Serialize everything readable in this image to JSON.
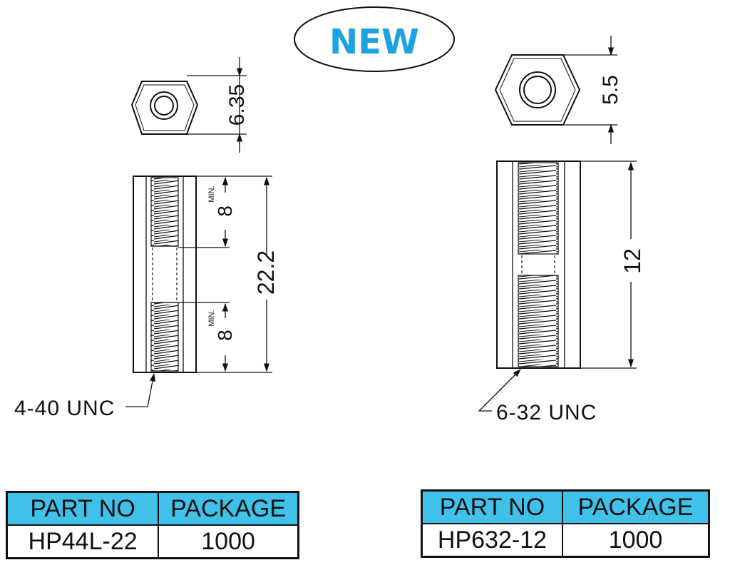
{
  "badge": {
    "label": "NEW",
    "color": "#1ea3e0"
  },
  "left_part": {
    "dim_hex": "6.35",
    "dim_length": "22.2",
    "dim_thread_top": "8",
    "dim_thread_bottom": "8",
    "min_label_top": "MIN.",
    "min_label_bottom": "MIN.",
    "thread_callout": "4-40 UNC"
  },
  "right_part": {
    "dim_hex": "5.5",
    "dim_length": "12",
    "thread_callout": "6-32 UNC"
  },
  "table_left": {
    "headers": [
      "PART NO",
      "PACKAGE"
    ],
    "row": [
      "HP44L-22",
      "1000"
    ]
  },
  "table_right": {
    "headers": [
      "PART NO",
      "PACKAGE"
    ],
    "row": [
      "HP632-12",
      "1000"
    ]
  },
  "colors": {
    "header_fill": "#3fc1ea",
    "line": "#111111"
  }
}
